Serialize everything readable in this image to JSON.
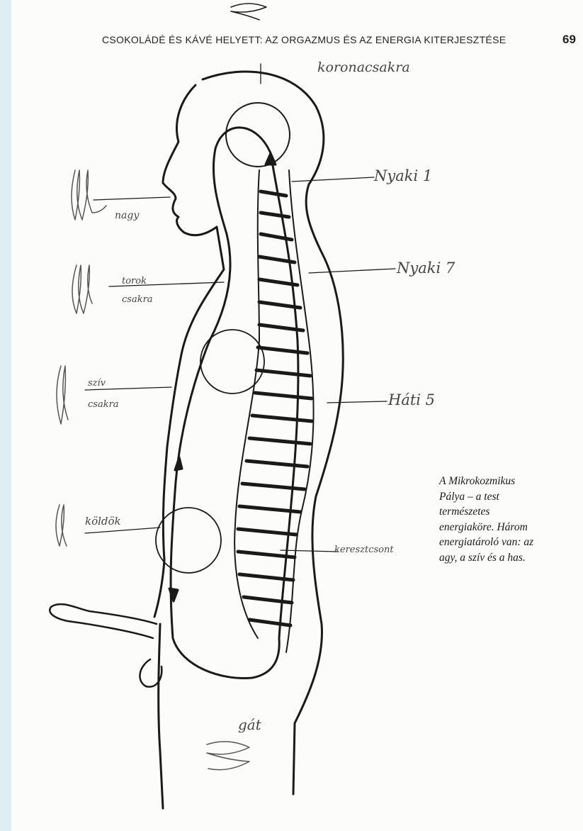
{
  "page": {
    "running_header": "CSOKOLÁDÉ ÉS KÁVÉ HELYETT: AZ ORGAZMUS ÉS AZ ENERGIA KITERJESZTÉSE",
    "page_number": "69"
  },
  "annotations": {
    "crown": "koronacsakra",
    "neck1": "Nyaki 1",
    "neck7": "Nyaki 7",
    "back5": "Háti 5",
    "sacrum": "keresztcsont",
    "perineum": "gát",
    "mouth": "nagy",
    "throat": "torok csakra",
    "heart": "szív csakra",
    "navel": "köldök"
  },
  "caption_lines": [
    "A Mikrokozmikus",
    "Pálya – a test",
    "természetes",
    "energiaköre. Három",
    "energiatároló van: az",
    "agy, a szív és a has."
  ]
}
